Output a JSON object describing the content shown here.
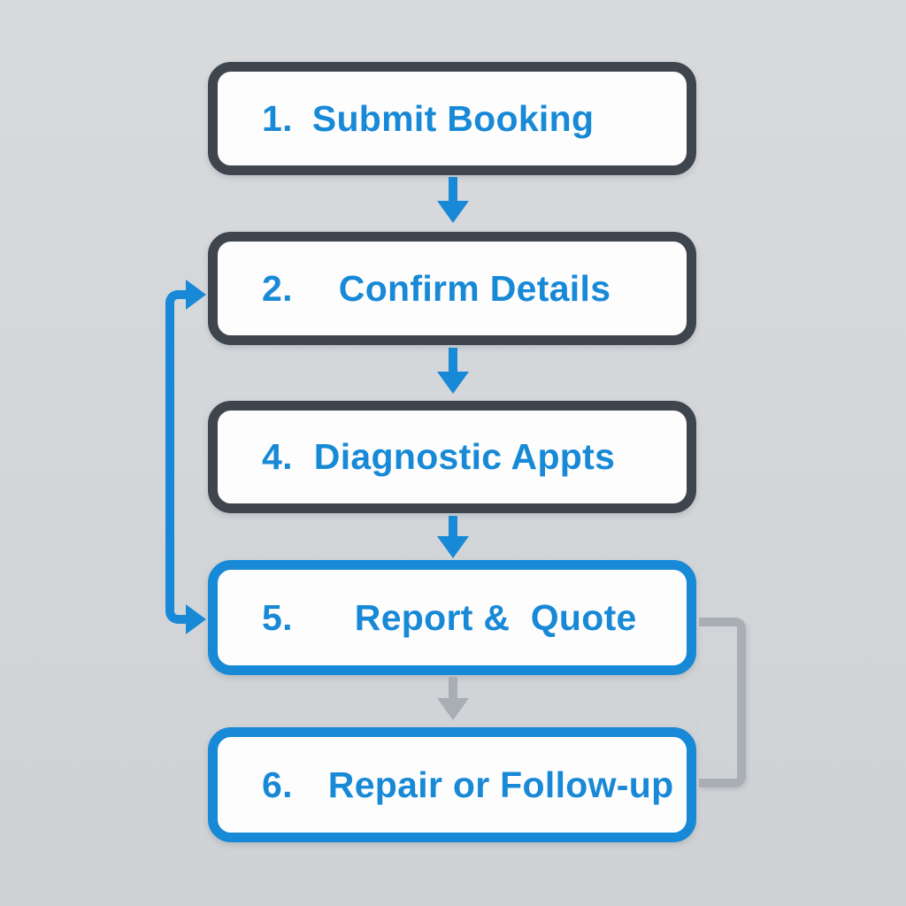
{
  "colors": {
    "background": "#d8dadd",
    "background_bottom": "#cfd2d5",
    "box_fill": "#fdfdfe",
    "dark_border": "#3e454d",
    "accent_blue": "#1789d6",
    "gray_connector": "#a9aeb4"
  },
  "flowchart": {
    "steps": [
      {
        "number": "1.",
        "label": "Submit Booking"
      },
      {
        "number": "2.",
        "label": "Confirm Details"
      },
      {
        "number": "4.",
        "label": "Diagnostic Appts"
      },
      {
        "number": "5.",
        "label": "Report &  Quote"
      },
      {
        "number": "6.",
        "label": "Repair or Follow-up"
      }
    ]
  }
}
